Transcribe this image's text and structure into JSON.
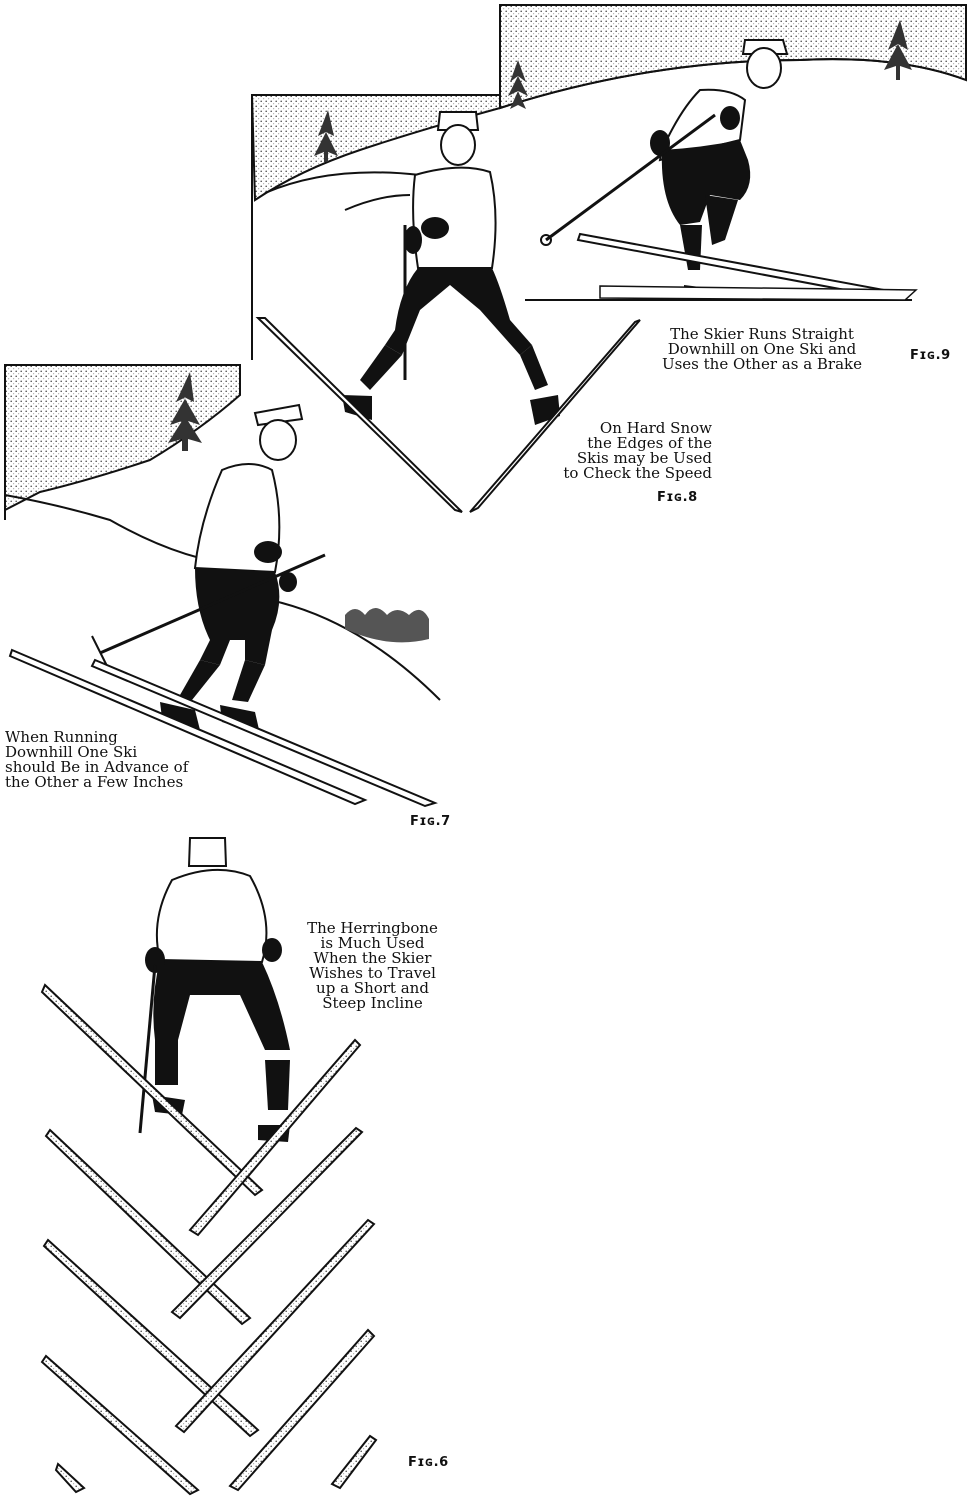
{
  "figures": [
    {
      "id": "fig9",
      "label": "Fɪɢ.9",
      "caption_lines": [
        "The Skier Runs Straight",
        "Downhill on One Ski and",
        "Uses the Other as a Brake"
      ]
    },
    {
      "id": "fig8",
      "label": "Fɪɢ.8",
      "caption_lines": [
        "On Hard Snow",
        "the Edges of the",
        "Skis may be Used",
        "to Check the Speed"
      ]
    },
    {
      "id": "fig7",
      "label": "Fɪɢ.7",
      "caption_lines": [
        "When Running",
        "Downhill One Ski",
        "should Be in Advance of",
        "the Other a Few Inches"
      ]
    },
    {
      "id": "fig6",
      "label": "Fɪɢ.6",
      "caption_lines": [
        "The Herringbone",
        "is Much Used",
        "When the Skier",
        "Wishes to Travel",
        "up a Short and",
        "Steep Incline"
      ]
    }
  ]
}
